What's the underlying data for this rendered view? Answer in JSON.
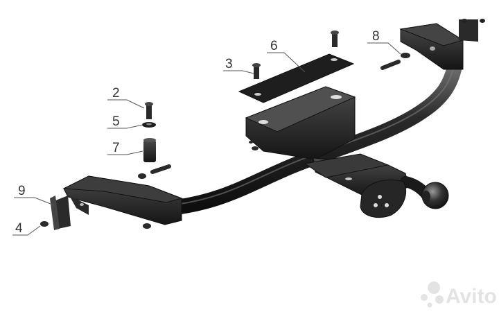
{
  "callouts": [
    {
      "id": "1",
      "label": "2"
    },
    {
      "id": "2",
      "label": "5"
    },
    {
      "id": "3",
      "label": "7"
    },
    {
      "id": "4",
      "label": "3"
    },
    {
      "id": "5",
      "label": "6"
    },
    {
      "id": "6",
      "label": "8"
    },
    {
      "id": "7",
      "label": "9"
    },
    {
      "id": "8",
      "label": "4"
    }
  ],
  "watermark": {
    "text": "Avito"
  },
  "colors": {
    "part_dark": "#1f1f1f",
    "part_mid": "#3a3a3a",
    "line": "#555555",
    "watermark": "#e3e3e3"
  }
}
